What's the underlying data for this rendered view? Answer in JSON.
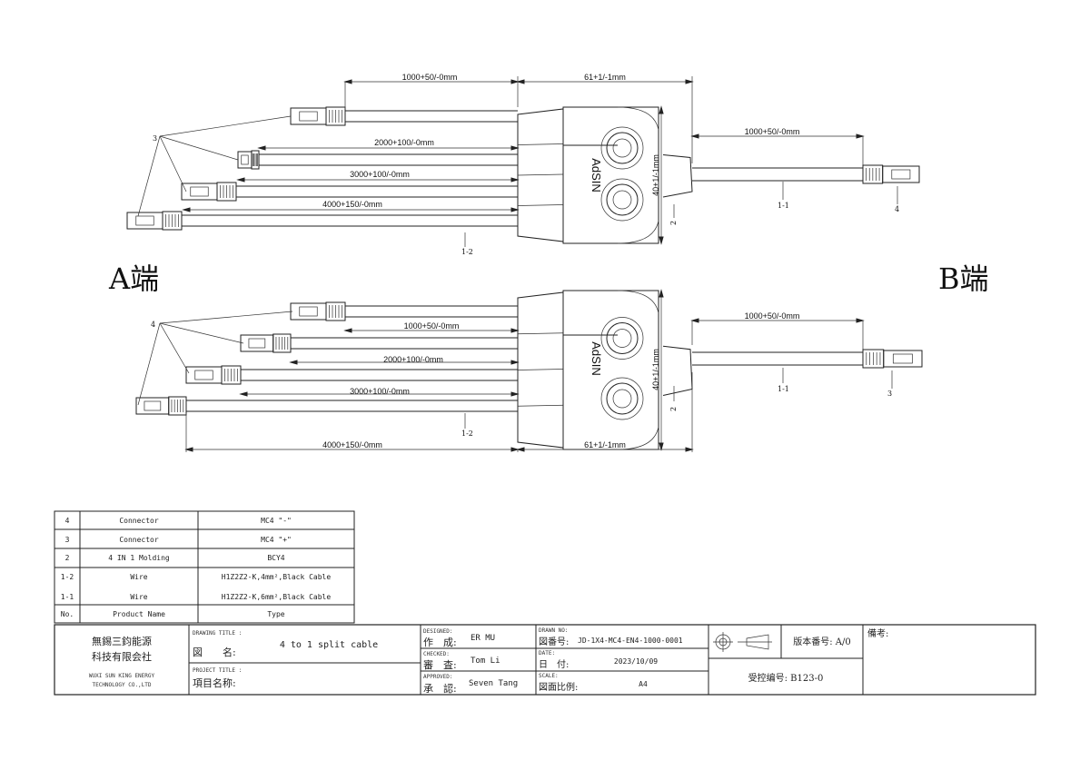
{
  "sides": {
    "a": "A端",
    "b": "B端"
  },
  "top_assembly": {
    "dims": {
      "body_len": "61+1/-1mm",
      "body_width": "40+1/-1mm",
      "w1": "1000+50/-0mm",
      "w2": "2000+100/-0mm",
      "w3": "3000+100/-0mm",
      "w4": "4000+150/-0mm",
      "out": "1000+50/-0mm"
    },
    "callouts": {
      "conn_left": "3",
      "wire_left": "1-2",
      "molding": "2",
      "wire_right": "1-1",
      "conn_right": "4"
    },
    "brand": "AdSIN"
  },
  "bottom_assembly": {
    "dims": {
      "body_len": "61+1/-1mm",
      "body_width": "40+1/-1mm",
      "w1": "1000+50/-0mm",
      "w2": "2000+100/-0mm",
      "w3": "3000+100/-0mm",
      "w4": "4000+150/-0mm",
      "out": "1000+50/-0mm"
    },
    "callouts": {
      "conn_left": "4",
      "wire_left": "1-2",
      "molding": "2",
      "wire_right": "1-1",
      "conn_right": "3"
    },
    "brand": "AdSIN"
  },
  "bom": {
    "rows": [
      {
        "no": "4",
        "name": "Connector",
        "type": "MC4 \"-\""
      },
      {
        "no": "3",
        "name": "Connector",
        "type": "MC4 \"+\""
      },
      {
        "no": "2",
        "name": "4 IN 1 Molding",
        "type": "BCY4"
      },
      {
        "no": "1-2",
        "name": "Wire",
        "type": "H1Z2Z2-K,4mm²,Black Cable"
      },
      {
        "no": "1-1",
        "name": "Wire",
        "type": "H1Z2Z2-K,6mm²,Black Cable"
      }
    ],
    "header": {
      "no": "No.",
      "name": "Product Name",
      "type": "Type"
    }
  },
  "title_block": {
    "company_cn_1": "無錫三鈞能源",
    "company_cn_2": "科技有限会社",
    "company_en_1": "WUXI SUN KING ENERGY",
    "company_en_2": "TECHNOLOGY CO.,LTD",
    "drawing_title_label_en": "DRAWING TITLE :",
    "drawing_title_label_cn": "図　　名:",
    "drawing_title": "4 to 1 split cable",
    "project_title_label_en": "PROJECT TITLE :",
    "project_title_label_cn": "項目名称:",
    "designed_label_en": "DESIGNED:",
    "designed_label_cn": "作　成:",
    "designed": "ER MU",
    "checked_label_en": "CHECKED:",
    "checked_label_cn": "審　査:",
    "checked": "Tom Li",
    "approved_label_en": "APPROVED:",
    "approved_label_cn": "承　認:",
    "approved": "Seven Tang",
    "drawn_no_label_en": "DRAWN NO:",
    "drawn_no_label_cn": "図番号:",
    "drawn_no": "JD-1X4-MC4-EN4-1000-0001",
    "date_label_en": "DATE:",
    "date_label_cn": "日　付:",
    "date": "2023/10/09",
    "scale_label_en": "SCALE:",
    "scale_label_cn": "図面比例:",
    "scale": "A4",
    "version": "版本番号: A/0",
    "control_no": "受控编号: B123-0",
    "remarks_label": "備考:"
  }
}
